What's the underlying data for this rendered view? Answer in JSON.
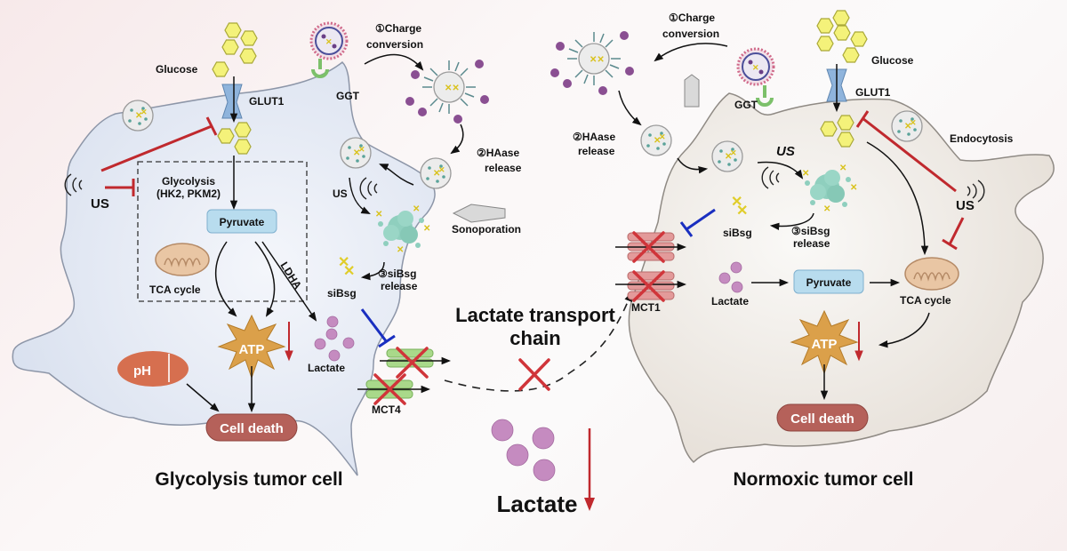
{
  "colors": {
    "left_cell": "#dfe5f1",
    "right_cell": "#ece8e3",
    "inhibit_red": "#c0292e",
    "inhibit_blue": "#1a2fc0",
    "pyruvate_box": "#b8dcee",
    "cell_death_box": "#b5615a",
    "ph_oval": "#d66f4f",
    "atp_star": "#dba04a",
    "glucose": "#f4f27a",
    "lactate": "#c58bc0",
    "mct4": "#a9d98a",
    "mct1": "#e39a9a"
  },
  "left_cell": {
    "title": "Glycolysis tumor cell",
    "glucose": "Glucose",
    "glut1": "GLUT1",
    "ggt": "GGT",
    "us": "US",
    "us2": "US",
    "glycolysis": "Glycolysis",
    "enzymes": "(HK2, PKM2)",
    "pyruvate": "Pyruvate",
    "tca": "TCA cycle",
    "ldha": "LDHA",
    "atp": "ATP",
    "ph": "pH",
    "cell_death": "Cell death",
    "lactate": "Lactate",
    "sibsg": "siBsg",
    "sibsg_release_1": "③siBsg",
    "sibsg_release_2": "release",
    "mct4": "MCT4",
    "sonoporation": "Sonoporation",
    "charge_1": "①Charge",
    "charge_2": "conversion",
    "haase_1": "②HAase",
    "haase_2": "release"
  },
  "middle": {
    "transport_1": "Lactate transport",
    "transport_2": "chain",
    "lactate": "Lactate"
  },
  "right_cell": {
    "title": "Normoxic tumor cell",
    "glucose": "Glucose",
    "glut1": "GLUT1",
    "ggt": "GGT",
    "endocytosis": "Endocytosis",
    "us": "US",
    "us2": "US",
    "charge_1": "①Charge",
    "charge_2": "conversion",
    "haase_1": "②HAase",
    "haase_2": "release",
    "sibsg": "siBsg",
    "sibsg_release_1": "③siBsg",
    "sibsg_release_2": "release",
    "mct1": "MCT1",
    "lactate": "Lactate",
    "pyruvate": "Pyruvate",
    "tca": "TCA cycle",
    "atp": "ATP",
    "cell_death": "Cell death"
  }
}
